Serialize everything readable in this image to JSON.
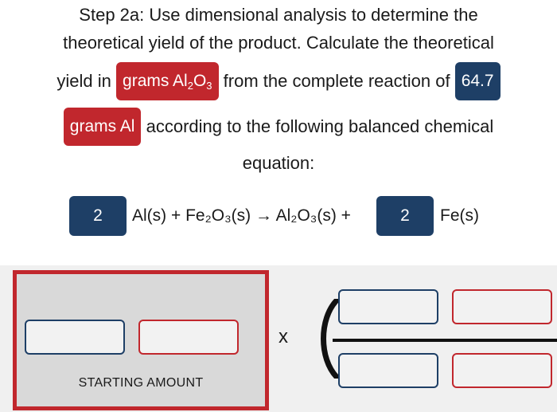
{
  "problem": {
    "l1": "Step 2a: Use dimensional analysis to determine the",
    "l2": "theoretical yield of the product. Calculate the theoretical",
    "l3_pre": "yield in",
    "unit_product_main": "grams Al",
    "unit_product_sub1": "2",
    "unit_product_mid": "O",
    "unit_product_sub2": "3",
    "l3_mid": "from the complete reaction of",
    "amount_value": "64.7",
    "unit_reactant": "grams Al",
    "l4_post": "according to the following balanced chemical",
    "l5": "equation:"
  },
  "equation": {
    "coef1": "2",
    "reactants": "Al(s) + Fe₂O₃(s) → Al₂O₃(s) +",
    "coef2": "2",
    "products": "Fe(s)"
  },
  "workspace": {
    "start_label": "STARTING AMOUNT",
    "times": "x"
  }
}
